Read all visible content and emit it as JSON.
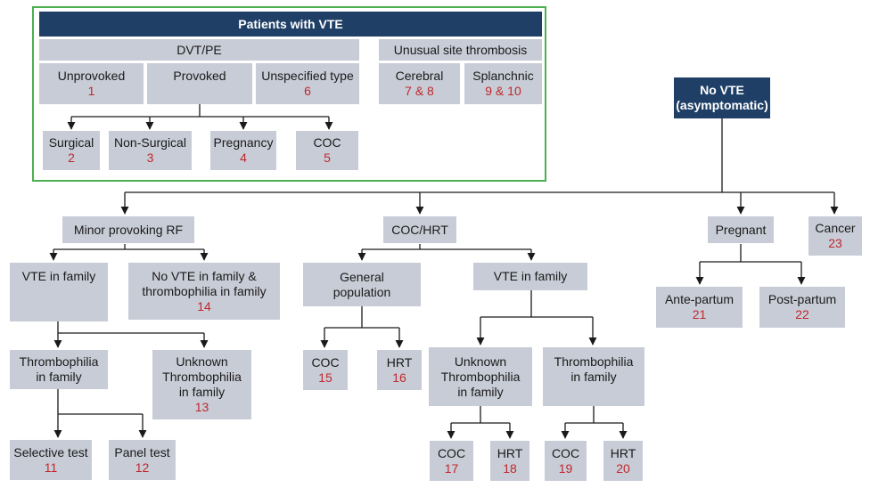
{
  "header": "Patients with VTE",
  "dvt_pe": "DVT/PE",
  "unusual_site": "Unusual site thrombosis",
  "unprovoked": {
    "label": "Unprovoked",
    "num": "1"
  },
  "provoked": {
    "label": "Provoked",
    "num": ""
  },
  "unspecified": {
    "label": "Unspecified type",
    "num": "6"
  },
  "cerebral": {
    "label": "Cerebral",
    "num": "7 & 8"
  },
  "splanchnic": {
    "label": "Splanchnic",
    "num": "9 & 10"
  },
  "surgical": {
    "label": "Surgical",
    "num": "2"
  },
  "non_surgical": {
    "label": "Non-Surgical",
    "num": "3"
  },
  "pregnancy": {
    "label": "Pregnancy",
    "num": "4"
  },
  "coc_top": {
    "label": "COC",
    "num": "5"
  },
  "no_vte": {
    "label": "No VTE\n(asymptomatic)",
    "num": ""
  },
  "minor_rf": {
    "label": "Minor provoking RF",
    "num": ""
  },
  "coc_hrt": {
    "label": "COC/HRT",
    "num": ""
  },
  "pregnant": {
    "label": "Pregnant",
    "num": ""
  },
  "cancer": {
    "label": "Cancer",
    "num": "23"
  },
  "vte_family_left": {
    "label": "VTE in family",
    "num": ""
  },
  "no_vte_family": {
    "label": "No VTE in family &\nthrombophilia in family",
    "num": "14"
  },
  "general_pop": {
    "label": "General\npopulation",
    "num": ""
  },
  "vte_family_mid": {
    "label": "VTE in family",
    "num": ""
  },
  "ante_partum": {
    "label": "Ante-partum",
    "num": "21"
  },
  "post_partum": {
    "label": "Post-partum",
    "num": "22"
  },
  "thrombo_family_left": {
    "label": "Thrombophilia\nin family",
    "num": ""
  },
  "unknown_thrombo_left": {
    "label": "Unknown\nThrombophilia\nin family",
    "num": "13"
  },
  "coc_15": {
    "label": "COC",
    "num": "15"
  },
  "hrt_16": {
    "label": "HRT",
    "num": "16"
  },
  "unknown_thrombo_mid": {
    "label": "Unknown\nThrombophilia\nin family",
    "num": ""
  },
  "thrombo_family_right": {
    "label": "Thrombophilia\nin family",
    "num": ""
  },
  "selective_test": {
    "label": "Selective test",
    "num": "11"
  },
  "panel_test": {
    "label": "Panel test",
    "num": "12"
  },
  "coc_17": {
    "label": "COC",
    "num": "17"
  },
  "hrt_18": {
    "label": "HRT",
    "num": "18"
  },
  "coc_19": {
    "label": "COC",
    "num": "19"
  },
  "hrt_20": {
    "label": "HRT",
    "num": "20"
  },
  "colors": {
    "header": "#1f3f66",
    "box": "#c8ccd6",
    "number": "#c0282d",
    "frame": "#4caf50"
  }
}
